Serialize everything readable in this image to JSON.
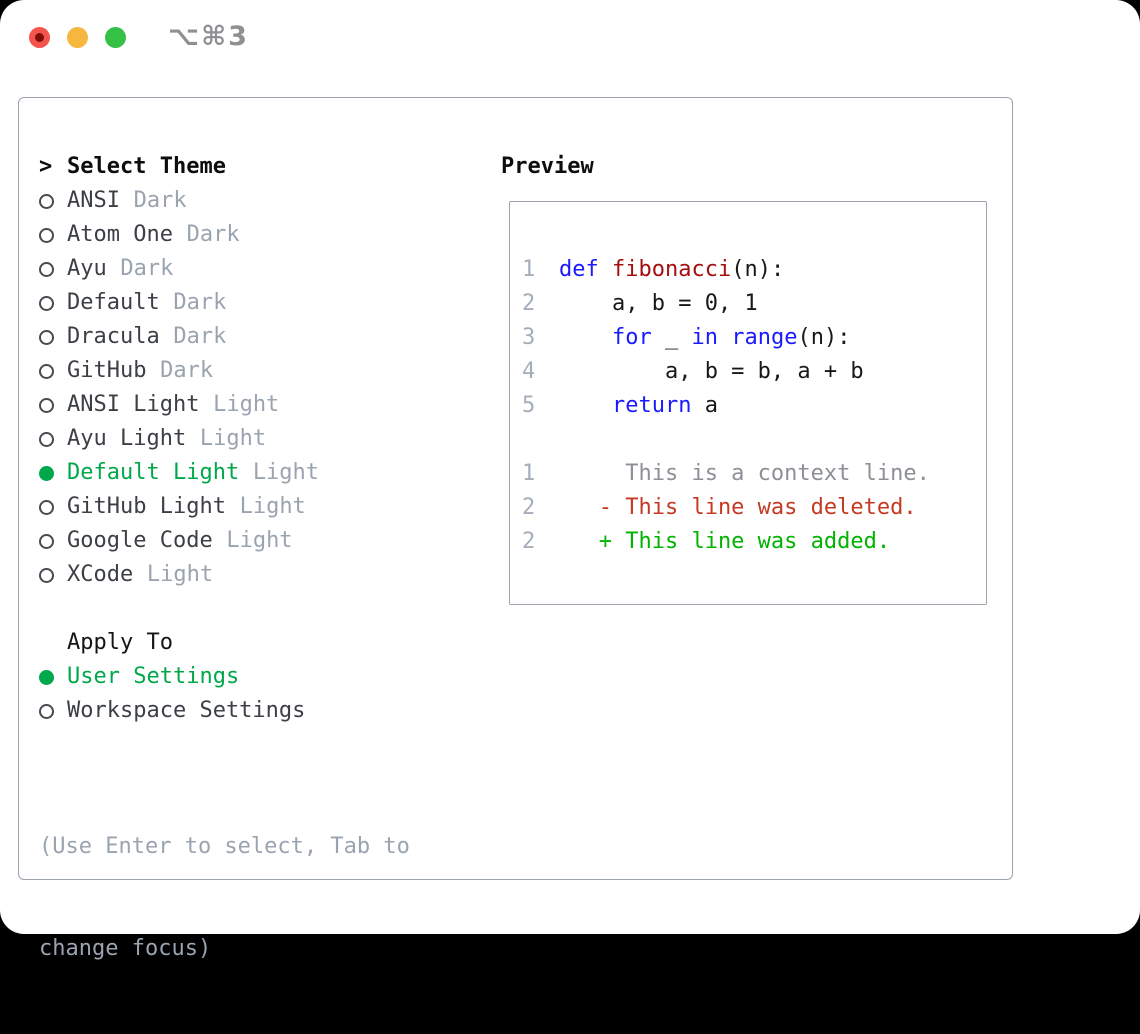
{
  "window": {
    "shortcut_label": "⌥⌘3"
  },
  "colors": {
    "accent_green": "#00a84b",
    "keyword_blue": "#1a1aff",
    "function_red": "#a50f0f",
    "code_text": "#17181b",
    "diff_red": "#c43a22",
    "diff_green": "#00b400",
    "muted_gray": "#9aa4b0",
    "context_gray": "#8c9096",
    "line_number_gray": "#a4adbb",
    "traffic_red": "#f4544d",
    "traffic_yellow": "#f6b73e",
    "traffic_green": "#35c146"
  },
  "theme_panel": {
    "header_prefix": ">",
    "header_label": "Select Theme",
    "items": [
      {
        "name": "ANSI",
        "variant": "Dark",
        "selected": false
      },
      {
        "name": "Atom One",
        "variant": "Dark",
        "selected": false
      },
      {
        "name": "Ayu",
        "variant": "Dark",
        "selected": false
      },
      {
        "name": "Default",
        "variant": "Dark",
        "selected": false
      },
      {
        "name": "Dracula",
        "variant": "Dark",
        "selected": false
      },
      {
        "name": "GitHub",
        "variant": "Dark",
        "selected": false
      },
      {
        "name": "ANSI Light",
        "variant": "Light",
        "selected": false
      },
      {
        "name": "Ayu Light",
        "variant": "Light",
        "selected": false
      },
      {
        "name": "Default Light",
        "variant": "Light",
        "selected": true
      },
      {
        "name": "GitHub Light",
        "variant": "Light",
        "selected": false
      },
      {
        "name": "Google Code",
        "variant": "Light",
        "selected": false
      },
      {
        "name": "XCode",
        "variant": "Light",
        "selected": false
      }
    ]
  },
  "apply_to": {
    "header_label": "Apply To",
    "items": [
      {
        "label": "User Settings",
        "selected": true
      },
      {
        "label": "Workspace Settings",
        "selected": false
      }
    ]
  },
  "help": {
    "lines": [
      "(Use Enter to select, Tab to",
      "change focus)"
    ]
  },
  "preview": {
    "header_label": "Preview",
    "code_lines": [
      {
        "num": "1",
        "tokens": [
          {
            "t": "def",
            "c": "kw"
          },
          {
            "t": " ",
            "c": "pl"
          },
          {
            "t": "fibonacci",
            "c": "fn"
          },
          {
            "t": "(n):",
            "c": "pl"
          }
        ]
      },
      {
        "num": "2",
        "tokens": [
          {
            "t": "    a, b = 0, 1",
            "c": "pl"
          }
        ]
      },
      {
        "num": "3",
        "tokens": [
          {
            "t": "    ",
            "c": "pl"
          },
          {
            "t": "for",
            "c": "kw"
          },
          {
            "t": " _ ",
            "c": "pl"
          },
          {
            "t": "in",
            "c": "kw"
          },
          {
            "t": " ",
            "c": "pl"
          },
          {
            "t": "range",
            "c": "kw"
          },
          {
            "t": "(n):",
            "c": "pl"
          }
        ]
      },
      {
        "num": "4",
        "tokens": [
          {
            "t": "        a, b = b, a + b",
            "c": "pl"
          }
        ]
      },
      {
        "num": "5",
        "tokens": [
          {
            "t": "    ",
            "c": "pl"
          },
          {
            "t": "return",
            "c": "kw"
          },
          {
            "t": " a",
            "c": "pl"
          }
        ]
      }
    ],
    "diff_lines": [
      {
        "num": "1",
        "type": "ctx",
        "text": "     This is a context line."
      },
      {
        "num": "2",
        "type": "del",
        "text": "   - This line was deleted."
      },
      {
        "num": "2",
        "type": "add",
        "text": "   + This line was added."
      }
    ]
  }
}
